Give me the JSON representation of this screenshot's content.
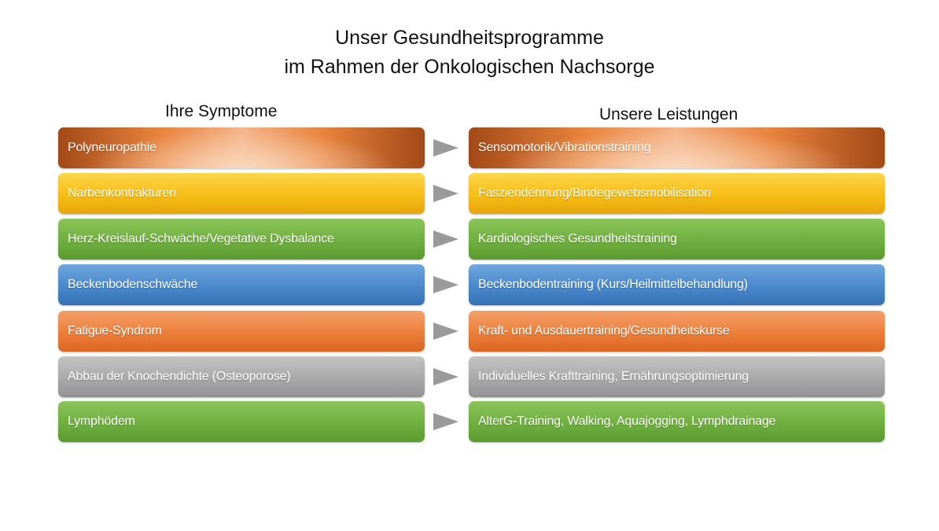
{
  "title": {
    "line1": "Unser Gesundheitsprogramme",
    "line2": "im Rahmen der Onkologischen Nachsorge"
  },
  "columns": {
    "left_header": "Ihre Symptome",
    "right_header": "Unsere Leistungen"
  },
  "rows": [
    {
      "symptom": "Polyneuropathie",
      "service": "Sensomotorik/Vibrationstraining",
      "color": "#e8843e"
    },
    {
      "symptom": "Narbenkontrakturen",
      "service": "Fasziendehnung/Bindegewebsmobilisation",
      "color": "#f7bd16"
    },
    {
      "symptom": "Herz-Kreislauf-Schwäche/Vegetative Dysbalance",
      "service": "Kardiologisches Gesundheitstraining",
      "color": "#6fae3f"
    },
    {
      "symptom": "Beckenbodenschwäche",
      "service": "Beckenbodentraining (Kurs/Heilmittelbehandlung)",
      "color": "#4a88cc"
    },
    {
      "symptom": "Fatigue-Syndrom",
      "service": "Kraft- und Ausdauertraining/Gesundheitskurse",
      "color": "#ec7e3a"
    },
    {
      "symptom": "Abbau der Knochendichte (Osteoporose)",
      "service": "Individuelles Krafttraining, Ernährungsoptimierung",
      "color": "#a8a8a8"
    },
    {
      "symptom": "Lymphödem",
      "service": "AlterG-Training, Walking, Aquajogging, Lymphdrainage",
      "color": "#6fae3f"
    }
  ],
  "arrow_icon": "right-triangle-arrow",
  "arrow_color": "#9a9a9a"
}
